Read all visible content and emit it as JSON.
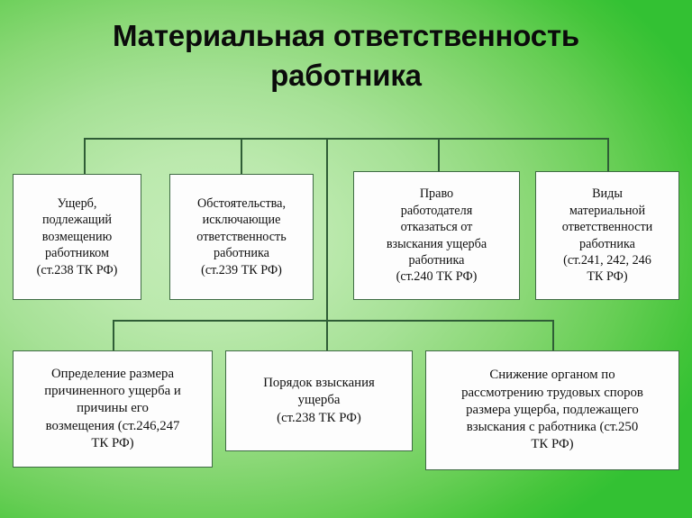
{
  "slide": {
    "title": "Материальная\nответственность работника",
    "background_from": "#c4ecb8",
    "background_to": "#33c133",
    "box_fill": "#fdfdfd",
    "box_border": "#3f6b44",
    "connector_color": "#2f5d36"
  },
  "nodes": {
    "row1": [
      {
        "id": "damage-subject-to-compensation",
        "text": "Ущерб,\nподлежащий\nвозмещению\nработником\n(ст.238 ТК РФ)"
      },
      {
        "id": "circumstances-excluding-liability",
        "text": "Обстоятельства,\nисключающие\nответственность\nработника\n(ст.239 ТК РФ)"
      },
      {
        "id": "employer-right-to-refuse-recovery",
        "text": "Право\nработодателя\nотказаться от\nвзыскания ущерба\nработника\n(ст.240 ТК РФ)"
      },
      {
        "id": "types-of-material-liability",
        "text": "Виды\nматериальной\nответственности\nработника\n(ст.241, 242, 246\nТК РФ)"
      }
    ],
    "row2": [
      {
        "id": "determining-damage-amount",
        "text": "Определение размера\nпричиненного ущерба и\nпричины его\nвозмещения (ст.246,247\nТК РФ)"
      },
      {
        "id": "damage-recovery-procedure",
        "text": "Порядок взыскания\nущерба\n(ст.238 ТК РФ)"
      },
      {
        "id": "reduction-by-labor-dispute-body",
        "text": "Снижение органом по\nрассмотрению трудовых споров\nразмера ущерба, подлежащего\nвзыскания с работника (ст.250\nТК РФ)"
      }
    ]
  }
}
